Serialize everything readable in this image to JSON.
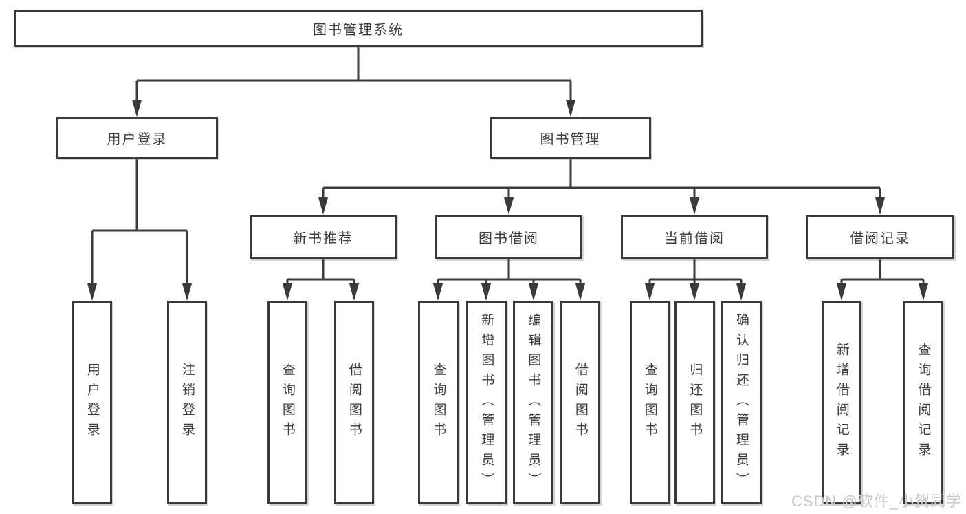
{
  "tree": {
    "root": {
      "label": "图书管理系统",
      "children": [
        {
          "label": "用户登录",
          "children": [
            {
              "label": "用户登录"
            },
            {
              "label": "注销登录"
            }
          ]
        },
        {
          "label": "图书管理",
          "children": [
            {
              "label": "新书推荐",
              "children": [
                {
                  "label": "查询图书"
                },
                {
                  "label": "借阅图书"
                }
              ]
            },
            {
              "label": "图书借阅",
              "children": [
                {
                  "label": "查询图书"
                },
                {
                  "label": "新增图书（管理员）"
                },
                {
                  "label": "编辑图书（管理员）"
                },
                {
                  "label": "借阅图书"
                }
              ]
            },
            {
              "label": "当前借阅",
              "children": [
                {
                  "label": "查询图书"
                },
                {
                  "label": "归还图书"
                },
                {
                  "label": "确认归还（管理员）"
                }
              ]
            },
            {
              "label": "借阅记录",
              "children": [
                {
                  "label": "新增借阅记录"
                },
                {
                  "label": "查询借阅记录"
                }
              ]
            }
          ]
        }
      ]
    }
  },
  "watermark": {
    "text": "CSDN @软件_小贺同学"
  },
  "colors": {
    "line": "#3a3a3a",
    "text": "#3d3d3d",
    "watermark": "#c6c6c6",
    "background": "#ffffff"
  }
}
